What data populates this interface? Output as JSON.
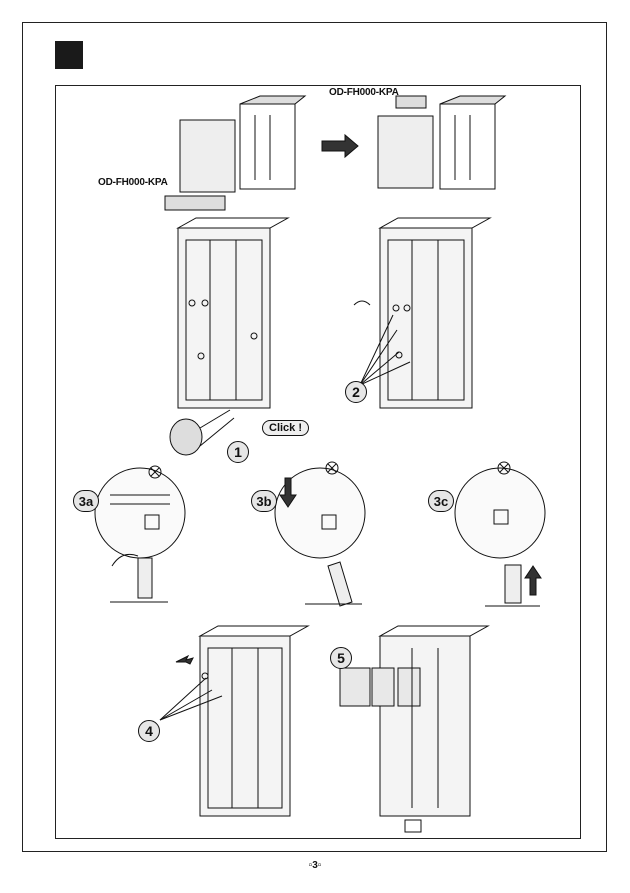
{
  "labels": {
    "kit_top": "OD-FH000-KPA",
    "kit_left": "OD-FH000-KPA",
    "click": "Click !"
  },
  "steps": {
    "s1": "1",
    "s2": "2",
    "s3a": "3a",
    "s3b": "3b",
    "s3c": "3c",
    "s4": "4",
    "s5": "5"
  },
  "footer": {
    "page_number": "▫3▫"
  },
  "icons": [
    "arrow-right-icon",
    "arrow-down-icon",
    "arrow-up-icon",
    "rotate-arrow-icon",
    "screw-icon"
  ]
}
